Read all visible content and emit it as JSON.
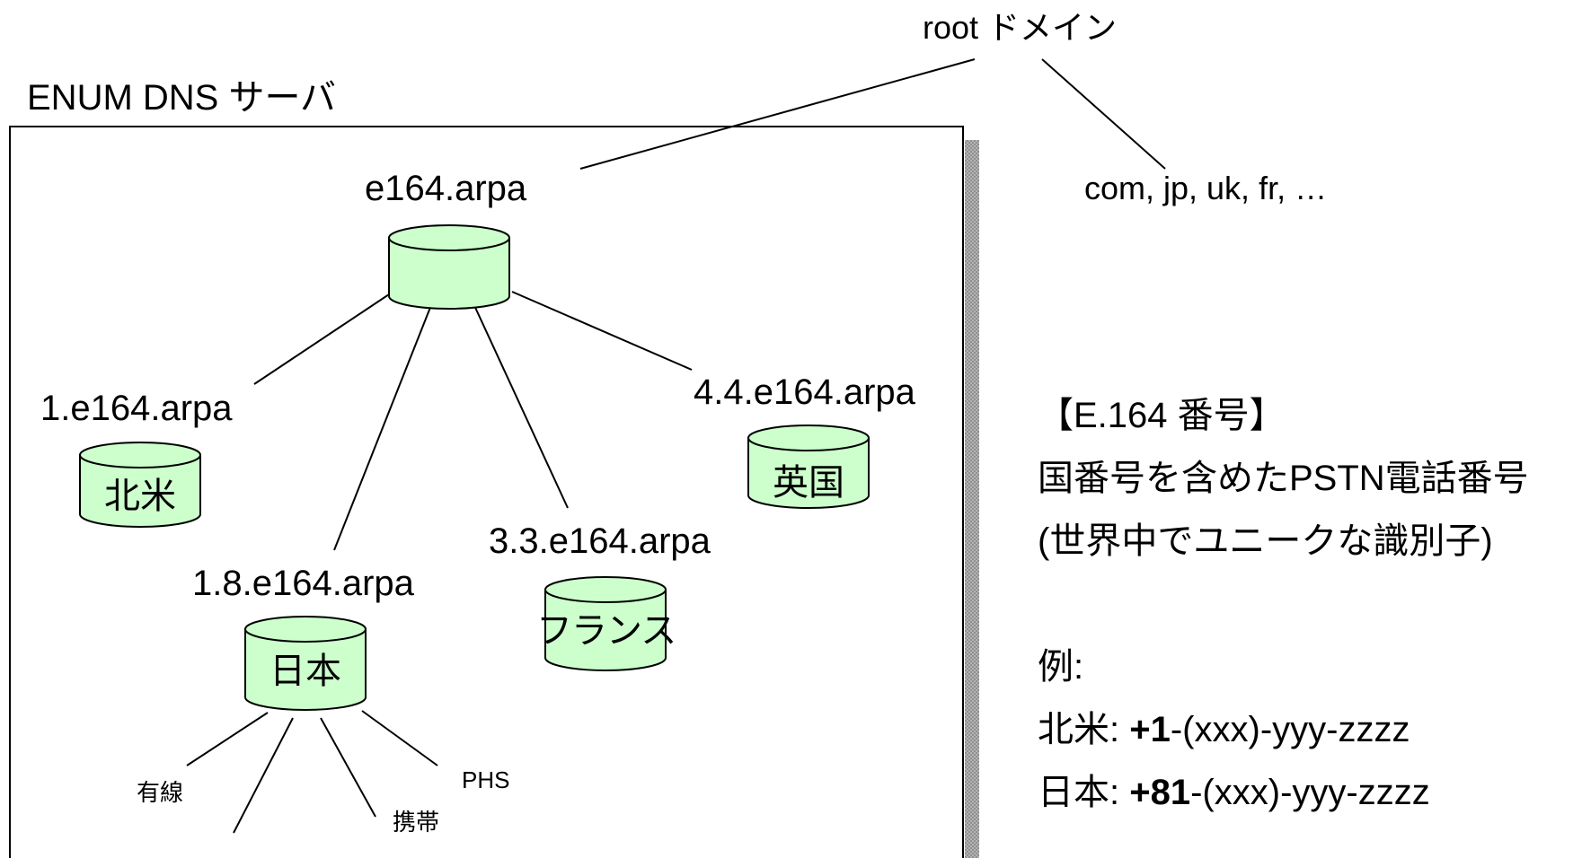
{
  "root": {
    "label": "root ドメイン",
    "tlds": "com, jp, uk, fr, …"
  },
  "server": {
    "title": "ENUM DNS サーバ"
  },
  "nodes": {
    "e164": {
      "domain": "e164.arpa"
    },
    "na": {
      "domain": "1.e164.arpa",
      "name": "北米"
    },
    "jp": {
      "domain": "1.8.e164.arpa",
      "name": "日本"
    },
    "fr": {
      "domain": "3.3.e164.arpa",
      "name": "フランス"
    },
    "uk": {
      "domain": "4.4.e164.arpa",
      "name": "英国"
    }
  },
  "jp_children": [
    "有線",
    "携帯",
    "PHS"
  ],
  "info": {
    "heading": "【E.164 番号】",
    "desc1": "国番号を含めたPSTN電話番号",
    "desc2": "(世界中でユニークな識別子)",
    "example_label": "例:",
    "examples": [
      {
        "region": "北米:",
        "code": "+1",
        "rest": "-(xxx)-yyy-zzzz"
      },
      {
        "region": "日本:",
        "code": "+81",
        "rest": "-(xxx)-yyy-zzzz"
      }
    ]
  },
  "colors": {
    "cylinder_fill": "#ccffcc",
    "stroke": "#000000",
    "shadow": "#a6a6a6"
  }
}
